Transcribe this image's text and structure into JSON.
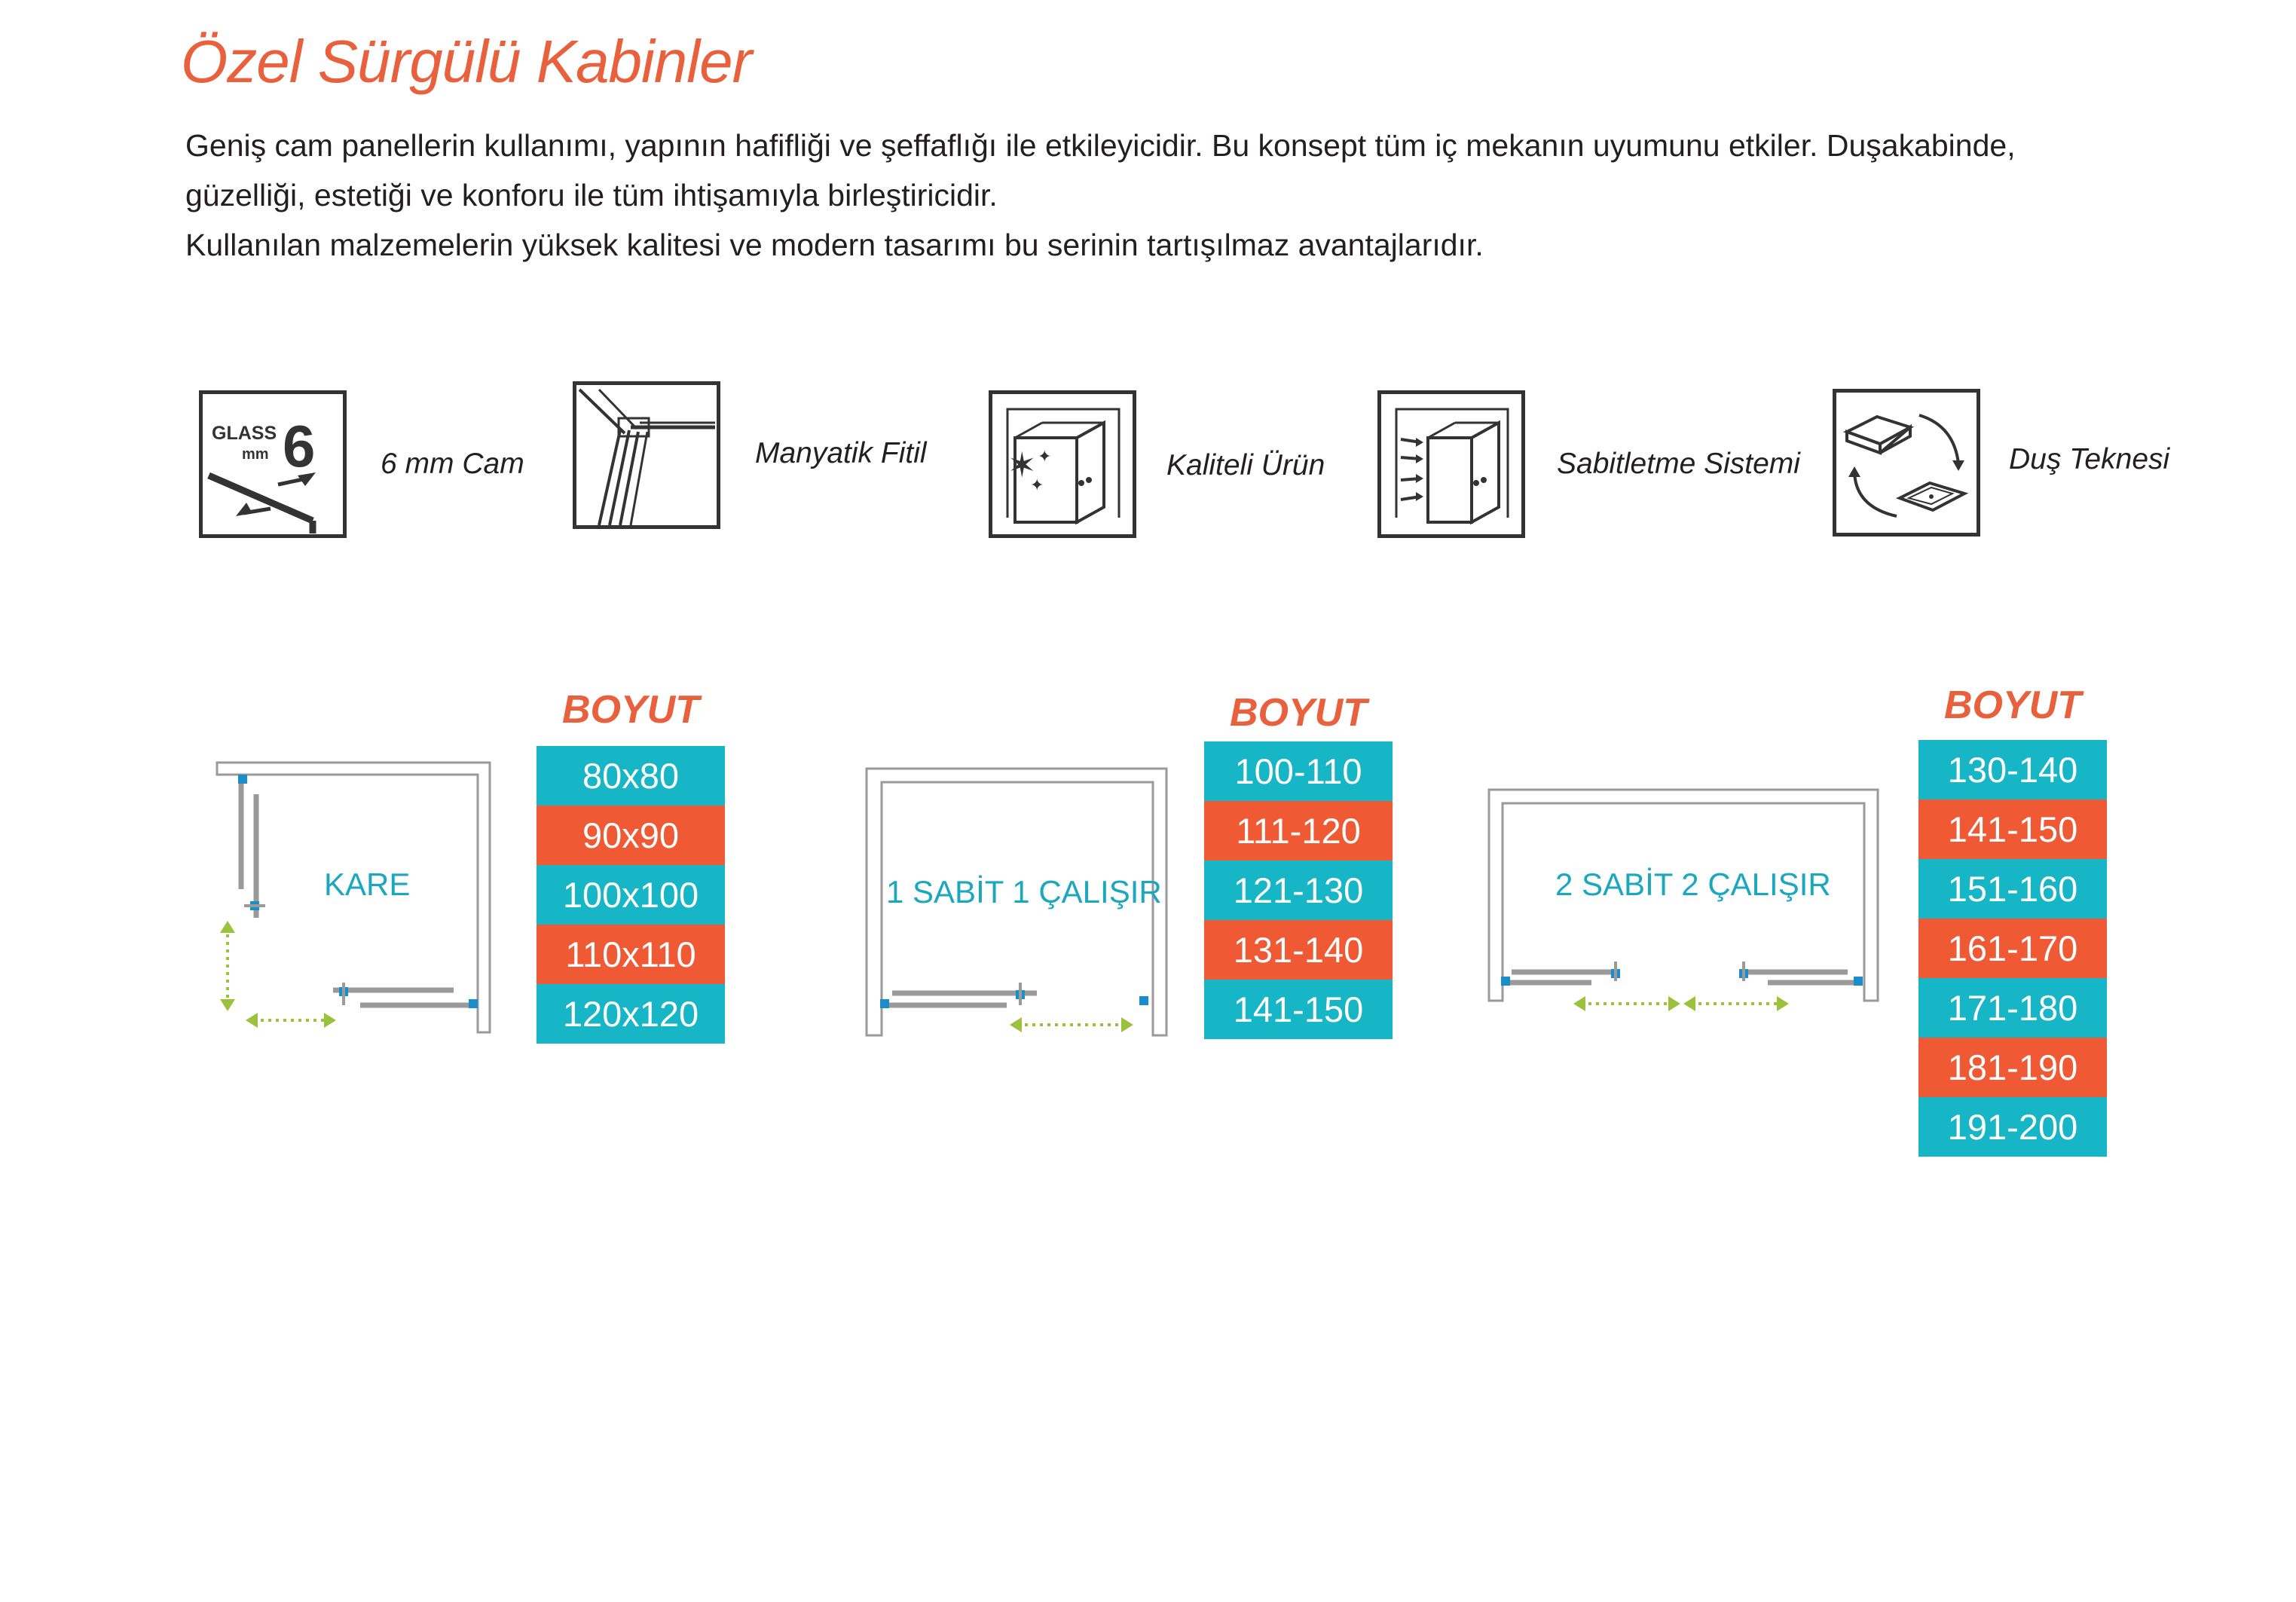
{
  "title": "Özel Sürgülü Kabinler",
  "intro": [
    "Geniş cam panellerin kullanımı, yapının hafifliği ve şeffaflığı ile etkileyicidir. Bu konsept tüm iç mekanın  uyumunu etkiler. Duşakabinde,",
    "güzelliği, estetiği ve konforu ile tüm ihtişamıyla birleştiricidir.",
    "Kullanılan malzemelerin yüksek kalitesi ve modern tasarımı bu serinin tartışılmaz avantajlarıdır."
  ],
  "features": [
    {
      "icon": "glass-6mm-icon",
      "icon_text_top": "GLASS",
      "icon_text_unit": "mm",
      "icon_text_num": "6",
      "label": "6 mm Cam"
    },
    {
      "icon": "magnetic-seal-icon",
      "label": "Manyatik Fitil"
    },
    {
      "icon": "quality-product-icon",
      "label": "Kaliteli Ürün"
    },
    {
      "icon": "fixing-system-icon",
      "label": "Sabitletme Sistemi"
    },
    {
      "icon": "shower-tray-icon",
      "label": "Duş Teknesi"
    }
  ],
  "products": [
    {
      "diagram_label": "KARE",
      "size_header": "BOYUT",
      "sizes": [
        "80x80",
        "90x90",
        "100x100",
        "110x110",
        "120x120"
      ]
    },
    {
      "diagram_label": "1 SABİT 1 ÇALIŞIR",
      "size_header": "BOYUT",
      "sizes": [
        "100-110",
        "111-120",
        "121-130",
        "131-140",
        "141-150"
      ]
    },
    {
      "diagram_label": "2 SABİT 2 ÇALIŞIR",
      "size_header": "BOYUT",
      "sizes": [
        "130-140",
        "141-150",
        "151-160",
        "161-170",
        "171-180",
        "181-190",
        "191-200"
      ]
    }
  ],
  "colors": {
    "accent": "#e8603c",
    "teal": "#16b6c6",
    "orange": "#ef5a34",
    "arrow": "#9ac23c"
  }
}
